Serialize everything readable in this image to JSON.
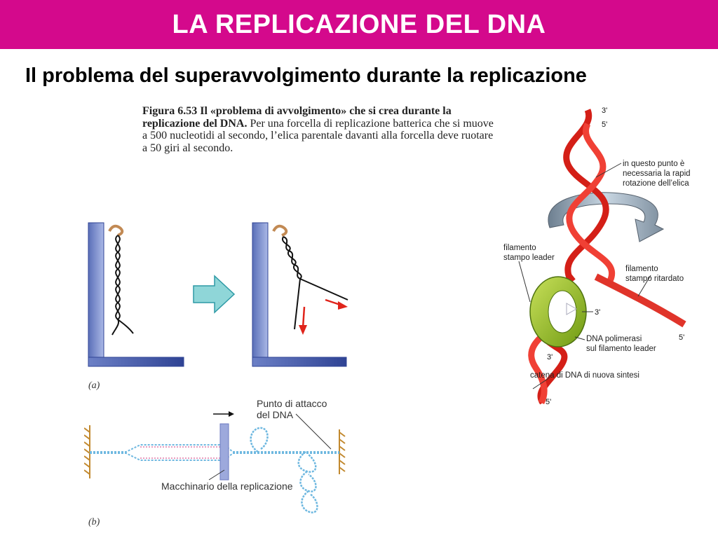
{
  "slide": {
    "title": "LA REPLICAZIONE DEL DNA",
    "subtitle": "Il problema del superavvolgimento durante la replicazione"
  },
  "caption": {
    "figure_label": "Figura 6.53",
    "bold_text": "Il «problema di avvolgimento» che si crea durante la replicazione del DNA.",
    "body_text": "Per una forcella di replicazione batterica che si muove a 500 nucleotidi al secondo, l’elica parentale davanti alla forcella deve ruotare a 50 giri al secondo."
  },
  "panel_a": {
    "label": "(a)"
  },
  "panel_b": {
    "label": "(b)",
    "attach_label_line1": "Punto di attacco",
    "attach_label_line2": "del DNA",
    "machinery_label": "Macchinario della replicazione"
  },
  "helix": {
    "top_3": "3'",
    "top_5": "5'",
    "rotation_note_line1": "in questo punto è",
    "rotation_note_line2": "necessaria la rapid",
    "rotation_note_line3": "rotazione dell’elica",
    "leader_line1": "filamento",
    "leader_line2": "stampo leader",
    "lagging_line1": "filamento",
    "lagging_line2": "stampo ritardato",
    "mid_3": "3'",
    "right_5": "5'",
    "polymerase_line1": "DNA polimerasi",
    "polymerase_line2": "sul filamento leader",
    "left_3": "3'",
    "new_chain": "catena di DNA di nuova sintesi",
    "bottom_5": "5'"
  },
  "colors": {
    "title_bar": "#d4098c",
    "ribbon": "#e0241b",
    "polymerase": "#9cc21c",
    "wall": "#7a8fce",
    "strand_b": "#6fb8e0"
  }
}
